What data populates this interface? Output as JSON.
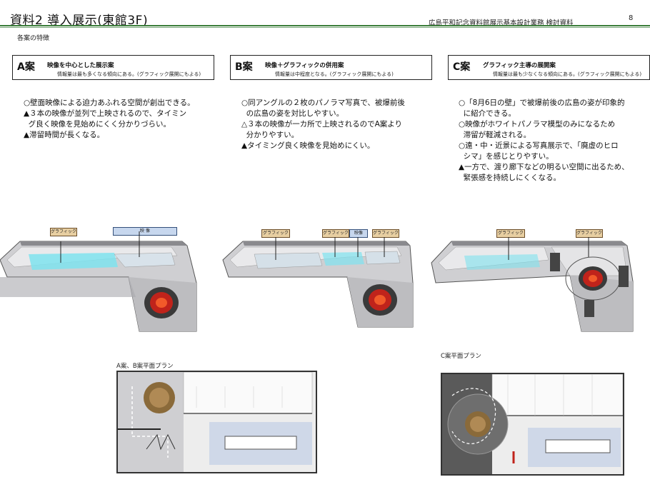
{
  "header": {
    "title": "資料2  導入展示(東館3F)",
    "doc_label": "広島平和記念資料館展示基本設計業務 検討資料",
    "page_number": "8"
  },
  "section_label": "各案の特徴",
  "plans": [
    {
      "label": "A案",
      "heading": "映像を中心とした展示案",
      "note": "情報量は最も多くなる傾向にある。(グラフィック展開にもよる)",
      "bullets": "○壁面映像による迫力あふれる空間が創出できる。\n▲３本の映像が並列で上映されるので、タイミン\n  グ良く映像を見始めにくく分かりづらい。\n▲滞留時間が長くなる。",
      "tags": [
        "グラフィック",
        "映          像"
      ]
    },
    {
      "label": "B案",
      "heading": "映像＋グラフィックの併用案",
      "note": "情報量は中程度となる。(グラフィック展開にもよる)",
      "bullets": "○同アングルの２枚のパノラマ写真で、被爆前後\n  の広島の姿を対比しやすい。\n△３本の映像が一カ所で上映されるのでA案より\n  分かりやすい。\n▲タイミング良く映像を見始めにくい。",
      "tags": [
        "グラフィック",
        "グラフィック",
        "映像",
        "グラフィック"
      ]
    },
    {
      "label": "C案",
      "heading": "グラフィック主導の展開案",
      "note": "情報量は最も少なくなる傾向にある。(グラフィック展開にもよる)",
      "bullets": "○「8月6日の壁」で被爆前後の広島の姿が印象的\n  に紹介できる。\n○映像がホワイトパノラマ模型のみになるため\n  滞留が軽減される。\n○遠・中・近景による写真展示で、「廃虚のヒロ\n  シマ」を感じとりやすい。\n▲一方で、渡り廊下などの明るい空間に出るため、\n  緊張感を持続しにくくなる。",
      "tags": [
        "グラフィック",
        "グラフィック"
      ]
    }
  ],
  "floor_plans": [
    {
      "caption": "A案、B案平面プラン"
    },
    {
      "caption": "C案平面プラン"
    }
  ],
  "colors": {
    "accent": "#3b7d3a",
    "tag_brown": "#e8cfa2",
    "tag_blue": "#c7d7ee",
    "screen_cyan": "#7fe3ef",
    "model_red": "#c0231b"
  }
}
